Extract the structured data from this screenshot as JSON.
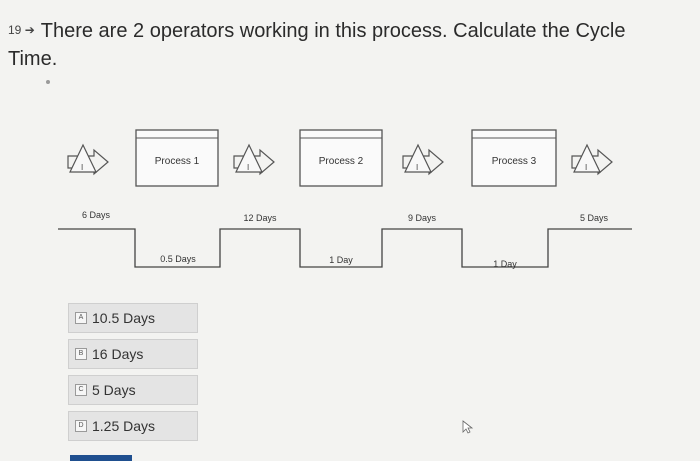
{
  "question": {
    "number": "19",
    "text": "There are 2 operators working in this process. Calculate the Cycle Time."
  },
  "diagram": {
    "inventory_symbol": "I",
    "processes": [
      "Process 1",
      "Process 2",
      "Process 3"
    ],
    "waits": [
      "6 Days",
      "12 Days",
      "9 Days",
      "5 Days"
    ],
    "process_times": [
      "0.5 Days",
      "1 Day",
      "1 Day"
    ]
  },
  "options": [
    {
      "letter": "A",
      "label": "10.5 Days"
    },
    {
      "letter": "B",
      "label": "16 Days"
    },
    {
      "letter": "C",
      "label": "5 Days"
    },
    {
      "letter": "D",
      "label": "1.25 Days"
    }
  ],
  "icons": {
    "arrow": "right-arrow-icon",
    "cursor": "mouse-pointer-icon"
  }
}
